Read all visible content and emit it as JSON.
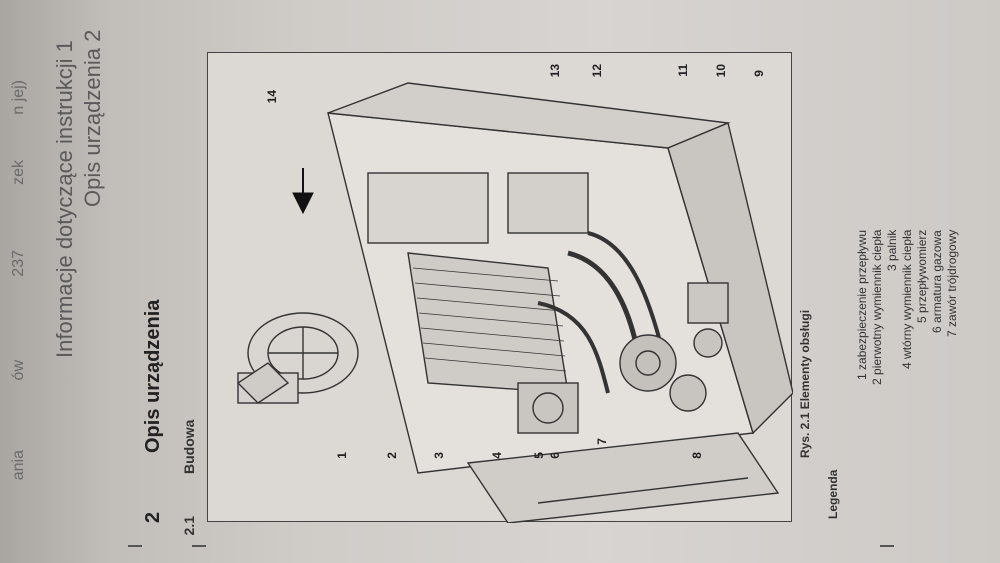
{
  "header": {
    "line1": "Informacje dotyczące instrukcji 1",
    "line2": "Opis urządzenia 2"
  },
  "section": {
    "number": "2",
    "title": "Opis urządzenia"
  },
  "subsection": {
    "number": "2.1",
    "title": "Budowa"
  },
  "figure": {
    "caption": "Rys. 2.1  Elementy obsługi",
    "callouts": [
      "1",
      "2",
      "3",
      "4",
      "5",
      "6",
      "7",
      "8",
      "9",
      "10",
      "11",
      "12",
      "13",
      "14"
    ]
  },
  "legend": {
    "title": "Legenda",
    "items": [
      {
        "n": "1",
        "label": "zabezpieczenie przepływu"
      },
      {
        "n": "2",
        "label": "pierwotny wymiennik ciepła"
      },
      {
        "n": "3",
        "label": "palnik"
      },
      {
        "n": "4",
        "label": "wtórny wymiennik ciepła"
      },
      {
        "n": "5",
        "label": "przepływomierz"
      },
      {
        "n": "6",
        "label": "armatura gazowa"
      },
      {
        "n": "7",
        "label": "zawór trójdrogowy"
      }
    ]
  },
  "left_page": {
    "fragments": [
      "ania",
      "ów",
      "237",
      "zek",
      "n jej)"
    ]
  }
}
